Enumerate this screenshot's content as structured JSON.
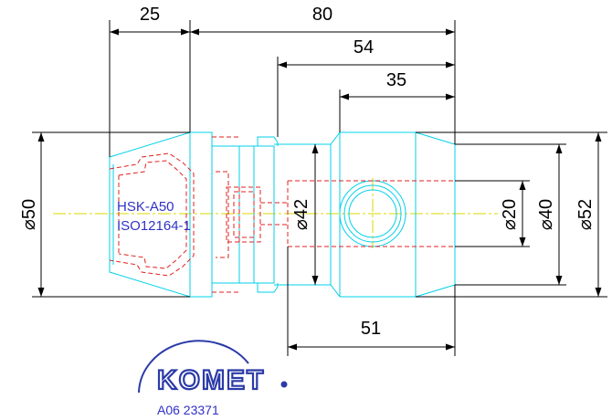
{
  "drawing": {
    "dimensions": {
      "len_25": "25",
      "len_80": "80",
      "len_54": "54",
      "len_35": "35",
      "len_51": "51",
      "dia_50": "⌀50",
      "dia_42": "⌀42",
      "dia_20": "⌀20",
      "dia_40": "⌀40",
      "dia_52": "⌀52"
    },
    "spec_lines": [
      "HSK-A50",
      "ISO12164-1"
    ],
    "logo_text": "KOMET",
    "part_number": "A06 23371"
  },
  "colors": {
    "outline": "#00d0e8",
    "hidden": "#e02020",
    "centerline": "#d8d800",
    "dimension": "#000000",
    "text_blue": "#3030c8"
  }
}
